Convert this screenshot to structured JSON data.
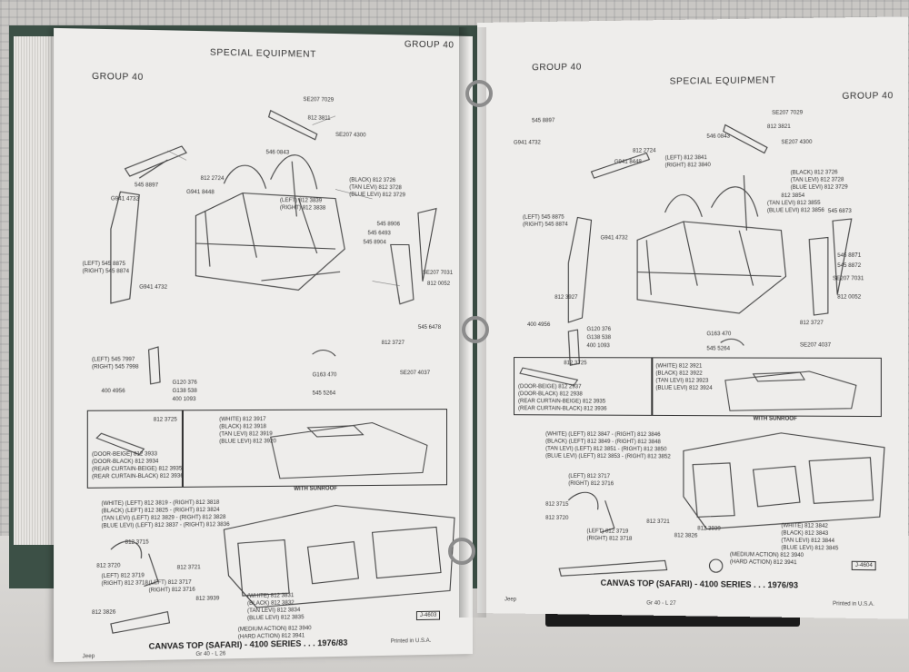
{
  "left_page": {
    "group_left": "GROUP 40",
    "title": "SPECIAL EQUIPMENT",
    "group_right": "GROUP 40",
    "callouts": [
      "SE207 7029",
      "812 3811",
      "SE207 4300",
      "546 0843",
      "545 8897",
      "G941 4732",
      "812 2724",
      "G941 8448",
      "(LEFT) 812 3839",
      "(RIGHT) 812 3838",
      "(BLACK) 812 3726",
      "(TAN LEVI) 812 3728",
      "(BLUE LEVI) 812 3729",
      "545 8906",
      "545 6493",
      "545 8904",
      "(LEFT) 545 8875",
      "(RIGHT) 545 8874",
      "G941 4732",
      "SE207 7031",
      "812 0052",
      "545 6478",
      "812 3727",
      "(LEFT) 545 7997",
      "(RIGHT) 545 7998",
      "G120 376",
      "G138 538",
      "400 4956",
      "400 1093",
      "G163 470",
      "SE207 4037",
      "545 5264"
    ],
    "sunroof_callouts": [
      "812 3725",
      "(WHITE) 812 3917",
      "(BLACK) 812 3918",
      "(TAN LEVI) 812 3919",
      "(BLUE LEVI) 812 3920",
      "(DOOR-BEIGE) 812 3933",
      "(DOOR-BLACK) 812 3934",
      "(REAR CURTAIN-BEIGE) 812 3935",
      "(REAR CURTAIN-BLACK) 812 3936"
    ],
    "with_sunroof": "WITH SUNROOF",
    "top_callouts": [
      "(WHITE) (LEFT) 812 3819 - (RIGHT) 812 3818",
      "(BLACK) (LEFT) 812 3825 - (RIGHT) 812 3824",
      "(TAN LEVI) (LEFT) 812 3829 - (RIGHT) 812 3828",
      "(BLUE LEVI) (LEFT) 812 3837 - (RIGHT) 812 3836",
      "812 3715",
      "812 3720",
      "(LEFT) 812 3719",
      "(RIGHT) 812 3718",
      "(LEFT) 812 3717",
      "(RIGHT) 812 3716",
      "812 3721",
      "812 3939",
      "812 3826",
      "(WHITE) 812 3831",
      "(BLACK) 812 3832",
      "(TAN LEVI) 812 3834",
      "(BLUE LEVI) 812 3835",
      "(MEDIUM ACTION) 812 3940",
      "(HARD ACTION) 812 3941"
    ],
    "code_box": "J-4603",
    "caption": "CANVAS TOP (SAFARI) - 4100 SERIES . . . 1976/83",
    "footer_left": "Jeep",
    "footer_center": "Gr 40 - L 26",
    "footer_right": "Printed in U.S.A."
  },
  "right_page": {
    "group_left": "GROUP 40",
    "title": "SPECIAL EQUIPMENT",
    "group_right": "GROUP 40",
    "callouts": [
      "545 8897",
      "G941 4732",
      "812 2724",
      "G941 8448",
      "(LEFT) 812 3841",
      "(RIGHT) 812 3840",
      "SE207 7029",
      "812 3821",
      "546 0843",
      "SE207 4300",
      "(BLACK) 812 3726",
      "(TAN LEVI) 812 3728",
      "(BLUE LEVI) 812 3729",
      "812 3854",
      "(TAN LEVI) 812 3855",
      "(BLUE LEVI) 812 3856",
      "545 6873",
      "(LEFT) 545 8875",
      "(RIGHT) 545 8874",
      "G941 4732",
      "545 8871",
      "545 8872",
      "SE207 7031",
      "812 0052",
      "812 3927",
      "400 4956",
      "G120 376",
      "G138 538",
      "400 1093",
      "812 3727",
      "G163 470",
      "545 5264",
      "SE207 4037"
    ],
    "sunroof_callouts": [
      "812 3725",
      "(WHITE) 812 3921",
      "(BLACK) 812 3922",
      "(TAN LEVI) 812 3923",
      "(BLUE LEVI) 812 3924",
      "(DOOR-BEIGE) 812 2937",
      "(DOOR-BLACK) 812 2938",
      "(REAR CURTAIN-BEIGE) 812 3935",
      "(REAR CURTAIN-BLACK) 812 3936"
    ],
    "with_sunroof": "WITH SUNROOF",
    "top_callouts": [
      "(WHITE) (LEFT) 812 3847 - (RIGHT) 812 3846",
      "(BLACK) (LEFT) 812 3849 - (RIGHT) 812 3848",
      "(TAN LEVI) (LEFT) 812 3851 - (RIGHT) 812 3850",
      "(BLUE LEVI) (LEFT) 812 3853 - (RIGHT) 812 3852",
      "(LEFT) 812 3717",
      "(RIGHT) 812 3716",
      "812 3715",
      "812 3720",
      "(LEFT) 812 3719",
      "(RIGHT) 812 3718",
      "812 3721",
      "812 3826",
      "812 3939",
      "(WHITE) 812 3842",
      "(BLACK) 812 3843",
      "(TAN LEVI) 812 3844",
      "(BLUE LEVI) 812 3845",
      "(MEDIUM ACTION) 812 3940",
      "(HARD ACTION) 812 3941"
    ],
    "code_box": "J-4604",
    "caption": "CANVAS TOP (SAFARI) - 4100 SERIES . . . 1976/93",
    "footer_left": "Jeep",
    "footer_center": "Gr 40 - L 27",
    "footer_right": "Printed in U.S.A."
  }
}
